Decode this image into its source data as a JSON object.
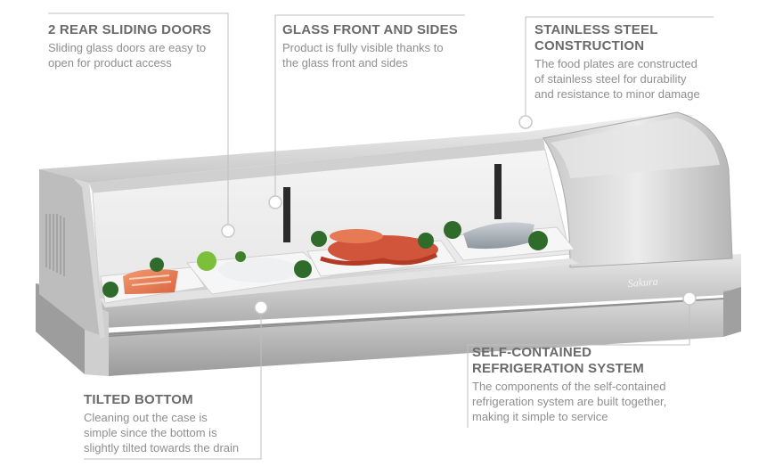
{
  "callouts": {
    "rear_doors": {
      "title": "2 REAR SLIDING DOORS",
      "desc": "Sliding glass doors are easy to\nopen for product access"
    },
    "glass_front": {
      "title": "GLASS FRONT AND SIDES",
      "desc": "Product is fully visible thanks to\nthe glass front and sides"
    },
    "stainless": {
      "title": "STAINLESS STEEL\nCONSTRUCTION",
      "desc": "The food plates are constructed\nof stainless steel for durability\nand resistance to minor damage"
    },
    "refrigeration": {
      "title": "SELF-CONTAINED\nREFRIGERATION SYSTEM",
      "desc": "The components of the self-contained\nrefrigeration system are built together,\nmaking it simple to service"
    },
    "tilted": {
      "title": "TILTED BOTTOM",
      "desc": "Cleaning out the case is\nsimple since the bottom is\nslightly tilted towards the drain"
    }
  },
  "product": {
    "logo_text": "Sakura"
  },
  "colors": {
    "steel_light": "#e6e6e6",
    "steel_mid": "#bdbdbd",
    "steel_dark": "#8c8c8c",
    "leader_line": "#bfbfbf",
    "title_text": "#6a6a6a",
    "desc_text": "#8e8e8e"
  }
}
